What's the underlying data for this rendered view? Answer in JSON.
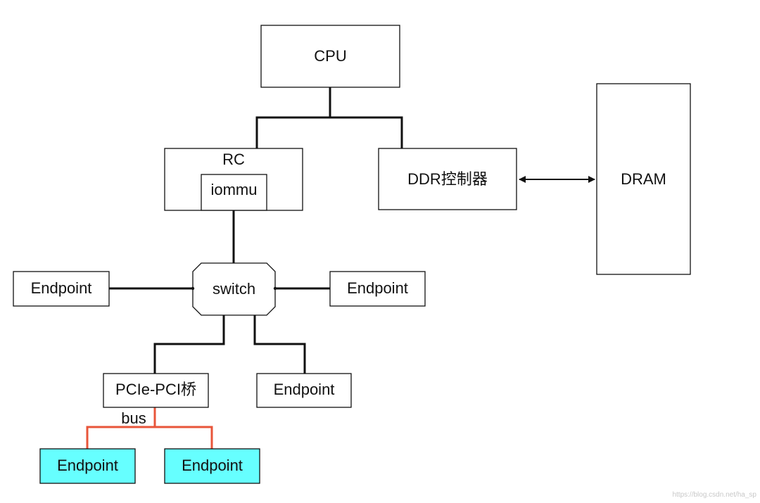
{
  "nodes": {
    "cpu": "CPU",
    "rc": "RC",
    "iommu": "iommu",
    "ddr_controller": "DDR控制器",
    "dram": "DRAM",
    "switch": "switch",
    "endpoint_left": "Endpoint",
    "endpoint_right": "Endpoint",
    "endpoint_switch_below": "Endpoint",
    "pcie_pci_bridge": "PCIe-PCI桥",
    "bus_label": "bus",
    "endpoint_bus_1": "Endpoint",
    "endpoint_bus_2": "Endpoint"
  },
  "colors": {
    "legacy_endpoint_fill": "#66ffff",
    "bus_line": "#e8553a"
  },
  "watermark": "https://blog.csdn.net/ha_sp"
}
